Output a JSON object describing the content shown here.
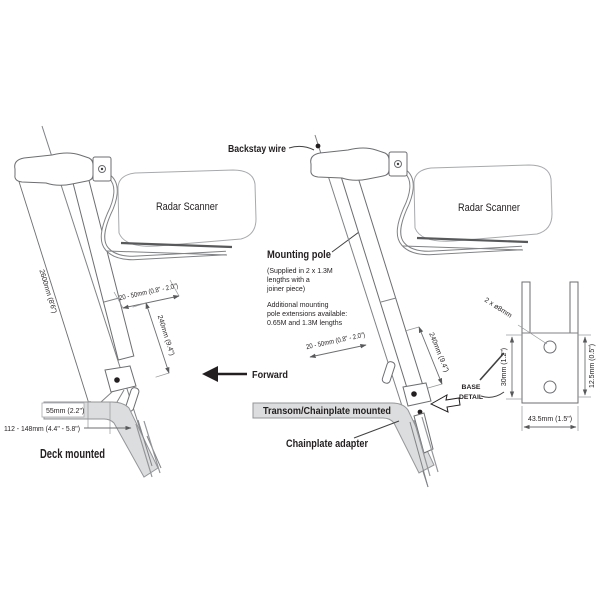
{
  "left": {
    "scanner_label": "Radar Scanner",
    "caption": "Deck mounted",
    "dim_pole_length": "2600mm (8'6\")",
    "dim_clamp_range": "20 - 50mm (0.8\" - 2.0\")",
    "dim_bracket": "240mm (9.4\")",
    "dim_deck_thickness": "55mm (2.2\")",
    "dim_deck_offset": "112 - 148mm (4.4\" - 5.8\")"
  },
  "middle": {
    "backstay_label": "Backstay wire",
    "forward_label": "Forward",
    "pole_label": "Mounting pole",
    "pole_note_supplied": [
      "(Supplied in 2 x 1.3M",
      "lengths with a",
      "joiner piece)"
    ],
    "pole_note_additional": [
      "Additional mounting",
      "pole extensions available:",
      "0.65M and 1.3M lengths"
    ]
  },
  "right": {
    "scanner_label": "Radar Scanner",
    "caption": "Transom/Chainplate mounted",
    "chainplate_label": "Chainplate adapter",
    "dim_clamp_range": "20 - 50mm (0.8\" - 2.0\")",
    "dim_bracket": "240mm (9.4\")"
  },
  "base_detail": {
    "label_line1": "BASE",
    "label_line2": "DETAIL",
    "dim_holes": "2 x ø8mm",
    "dim_height": "30mm (1.2\")",
    "dim_hole_offset": "12.5mm (0.5\")",
    "dim_width": "43.5mm (1.5\")"
  },
  "colors": {
    "text": "#231f20",
    "line_dark": "#404041",
    "line_gray": "#939598",
    "fill_gray": "#dcddde",
    "background": "#ffffff"
  }
}
